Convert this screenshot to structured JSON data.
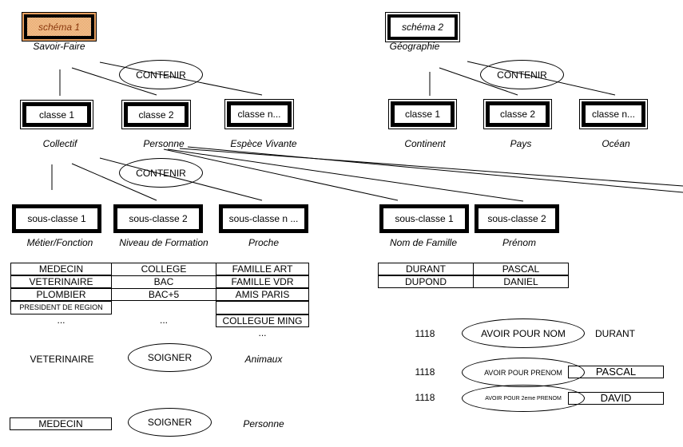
{
  "schemas": [
    {
      "label": "schéma 1",
      "caption": "Savoir-Faire",
      "fill": "#e8a060"
    },
    {
      "label": "schéma 2",
      "caption": "Géographie",
      "fill": "#ffffff"
    }
  ],
  "relation_label": "CONTENIR",
  "schema1_classes": [
    {
      "label": "classe 1",
      "caption": "Collectif"
    },
    {
      "label": "classe 2",
      "caption": "Personne"
    },
    {
      "label": "classe n...",
      "caption": "Espèce Vivante"
    }
  ],
  "schema2_classes": [
    {
      "label": "classe 1",
      "caption": "Continent"
    },
    {
      "label": "classe 2",
      "caption": "Pays"
    },
    {
      "label": "classe n...",
      "caption": "Océan"
    }
  ],
  "collectif_subclasses": [
    {
      "label": "sous-classe 1",
      "caption": "Métier/Fonction"
    },
    {
      "label": "sous-classe 2",
      "caption": "Niveau de Formation"
    },
    {
      "label": "sous-classe n ...",
      "caption": "Proche"
    }
  ],
  "personne_subclasses": [
    {
      "label": "sous-classe 1",
      "caption": "Nom de Famille"
    },
    {
      "label": "sous-classe 2",
      "caption": "Prénom"
    }
  ],
  "metier_values": [
    "MEDECIN",
    "VETERINAIRE",
    "PLOMBIER",
    "PRESIDENT DE REGION",
    "..."
  ],
  "formation_values": [
    "COLLEGE",
    "BAC",
    "BAC+5",
    "..."
  ],
  "proche_values": [
    "FAMILLE ART",
    "FAMILLE VDR",
    "AMIS PARIS",
    "",
    "COLLEGUE MING",
    "..."
  ],
  "nom_values": [
    "DURANT",
    "DUPOND"
  ],
  "prenom_values": [
    "PASCAL",
    "DANIEL"
  ],
  "triples_left": [
    {
      "subject": "VETERINAIRE",
      "predicate": "SOIGNER",
      "object": "Animaux"
    },
    {
      "subject": "MEDECIN",
      "predicate": "SOIGNER",
      "object": "Personne"
    }
  ],
  "triples_right": [
    {
      "subject": "1118",
      "predicate": "AVOIR POUR NOM",
      "object": "DURANT"
    },
    {
      "subject": "1118",
      "predicate": "AVOIR POUR PRENOM",
      "object": "PASCAL"
    },
    {
      "subject": "1118",
      "predicate": "AVOIR POUR 2eme PRENOM",
      "object": "DAVID"
    }
  ]
}
